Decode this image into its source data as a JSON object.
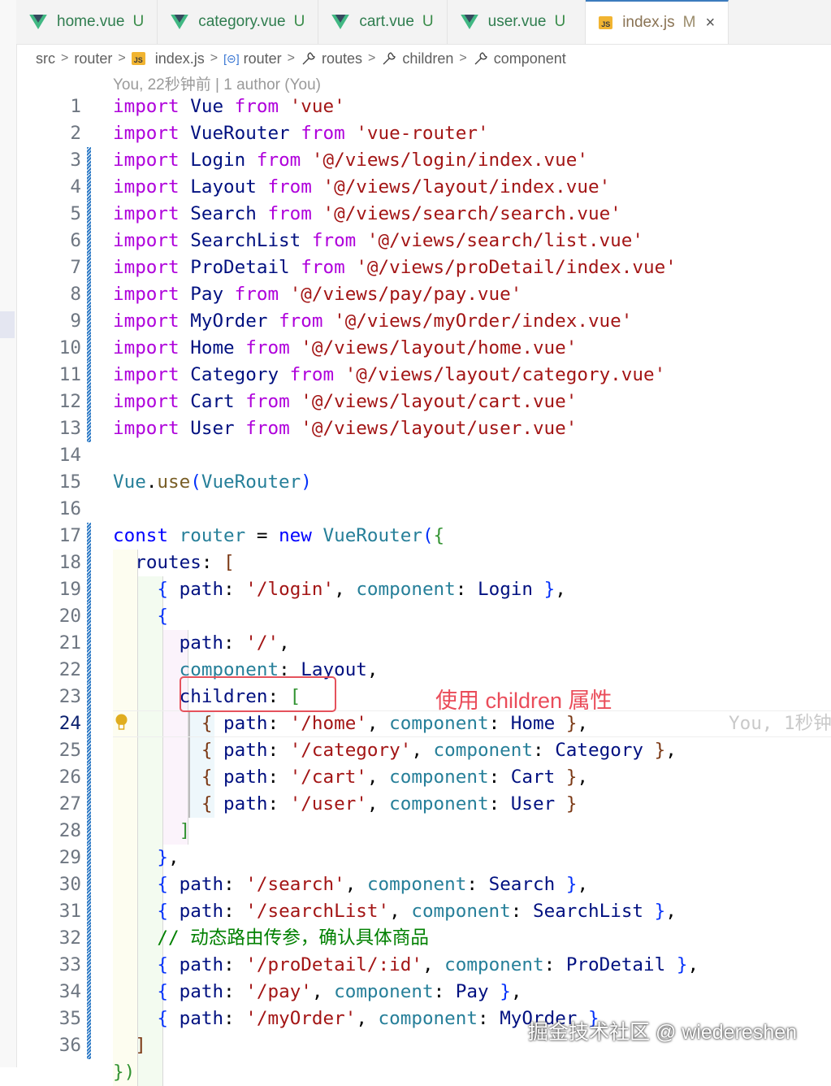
{
  "tabs": [
    {
      "name": "home.vue",
      "status": "U",
      "icon": "vue-icon",
      "active": false
    },
    {
      "name": "category.vue",
      "status": "U",
      "icon": "vue-icon",
      "active": false
    },
    {
      "name": "cart.vue",
      "status": "U",
      "icon": "vue-icon",
      "active": false
    },
    {
      "name": "user.vue",
      "status": "U",
      "icon": "vue-icon",
      "active": false
    },
    {
      "name": "index.js",
      "status": "M",
      "icon": "js-icon",
      "active": true,
      "close": "×"
    }
  ],
  "breadcrumb": {
    "items": [
      {
        "label": "src",
        "icon": null
      },
      {
        "label": "router",
        "icon": null
      },
      {
        "label": "index.js",
        "icon": "js-icon"
      },
      {
        "label": "router",
        "icon": "variable-icon"
      },
      {
        "label": "routes",
        "icon": "wrench-icon"
      },
      {
        "label": "children",
        "icon": "wrench-icon"
      },
      {
        "label": "component",
        "icon": "wrench-icon"
      }
    ],
    "separator": ">"
  },
  "blame": "You, 22秒钟前 | 1 author (You)",
  "editor": {
    "current_line": 24,
    "ghost_blame": "You, 1秒钟",
    "lines": [
      {
        "n": "1"
      },
      {
        "n": "2"
      },
      {
        "n": "3"
      },
      {
        "n": "4"
      },
      {
        "n": "5"
      },
      {
        "n": "6"
      },
      {
        "n": "7"
      },
      {
        "n": "8"
      },
      {
        "n": "9"
      },
      {
        "n": "10"
      },
      {
        "n": "11"
      },
      {
        "n": "12"
      },
      {
        "n": "13"
      },
      {
        "n": "14"
      },
      {
        "n": "15"
      },
      {
        "n": "16"
      },
      {
        "n": "17"
      },
      {
        "n": "18"
      },
      {
        "n": "19"
      },
      {
        "n": "20"
      },
      {
        "n": "21"
      },
      {
        "n": "22"
      },
      {
        "n": "23"
      },
      {
        "n": "24"
      },
      {
        "n": "25"
      },
      {
        "n": "26"
      },
      {
        "n": "27"
      },
      {
        "n": "28"
      },
      {
        "n": "29"
      },
      {
        "n": "30"
      },
      {
        "n": "31"
      },
      {
        "n": "32"
      },
      {
        "n": "33"
      },
      {
        "n": "34"
      },
      {
        "n": "35"
      },
      {
        "n": "36"
      }
    ],
    "tokens": {
      "import": "import",
      "from": "from",
      "l1": [
        "Vue",
        "'vue'"
      ],
      "l2": [
        "VueRouter",
        "'vue-router'"
      ],
      "l3": [
        "Login",
        "'@/views/login/index.vue'"
      ],
      "l4": [
        "Layout",
        "'@/views/layout/index.vue'"
      ],
      "l5": [
        "Search",
        "'@/views/search/search.vue'"
      ],
      "l6": [
        "SearchList",
        "'@/views/search/list.vue'"
      ],
      "l7": [
        "ProDetail",
        "'@/views/proDetail/index.vue'"
      ],
      "l8": [
        "Pay",
        "'@/views/pay/pay.vue'"
      ],
      "l9": [
        "MyOrder",
        "'@/views/myOrder/index.vue'"
      ],
      "l10": [
        "Home",
        "'@/views/layout/home.vue'"
      ],
      "l11": [
        "Category",
        "'@/views/layout/category.vue'"
      ],
      "l12": [
        "Cart",
        "'@/views/layout/cart.vue'"
      ],
      "l13": [
        "User",
        "'@/views/layout/user.vue'"
      ],
      "l15": [
        "Vue",
        ".",
        "use",
        "(",
        "VueRouter",
        ")"
      ],
      "l17": [
        "const",
        "router",
        "=",
        "new",
        "VueRouter",
        "(",
        "{"
      ],
      "l18": [
        "routes",
        ":",
        "["
      ],
      "path": "path",
      "component": "component",
      "children": "children",
      "l19": [
        "'/login'",
        "Login"
      ],
      "l21": "'/'",
      "l22": "Layout",
      "l24": [
        "'/home'",
        "Home"
      ],
      "l25": [
        "'/category'",
        "Category"
      ],
      "l26": [
        "'/cart'",
        "Cart"
      ],
      "l27": [
        "'/user'",
        "User"
      ],
      "l30": [
        "'/search'",
        "Search"
      ],
      "l31": [
        "'/searchList'",
        "SearchList"
      ],
      "l32": "// 动态路由传参，确认具体商品",
      "l33": [
        "'/proDetail/:id'",
        "ProDetail"
      ],
      "l34": [
        "'/pay'",
        "Pay"
      ],
      "l35": [
        "'/myOrder'",
        "MyOrder"
      ]
    }
  },
  "annotation": {
    "text": "使用 children 属性",
    "color": "#ea4c5a"
  },
  "watermark": "掘金技术社区 @ wiedereshen"
}
